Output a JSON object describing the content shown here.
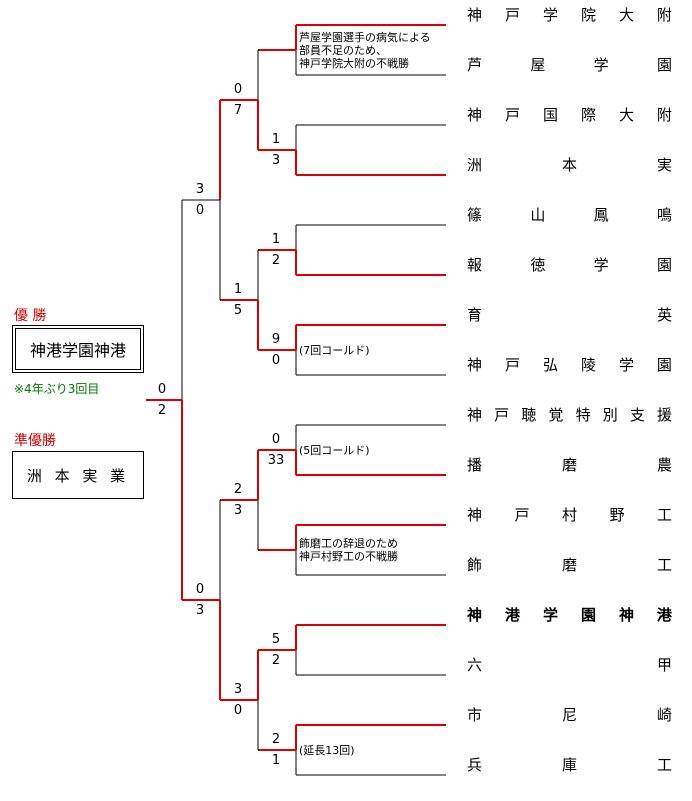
{
  "header": {
    "champion_label": "優 勝",
    "champion": "神港学園神港",
    "champion_note": "※4年ぶり3回目",
    "runner_up_label": "準優勝",
    "runner_up": "洲 本 実 業"
  },
  "teams": [
    {
      "name": "神 戸 学 院 大 附",
      "bold": false
    },
    {
      "name": "芦 屋 学 園",
      "bold": false
    },
    {
      "name": "神 戸 国 際 大 附",
      "bold": false
    },
    {
      "name": "洲 本 実",
      "bold": false
    },
    {
      "name": "篠 山 鳳 鳴",
      "bold": false
    },
    {
      "name": "報 徳 学 園",
      "bold": false
    },
    {
      "name": "育 英",
      "bold": false
    },
    {
      "name": "神 戸 弘 陵 学 園",
      "bold": false
    },
    {
      "name": "神 戸 聴 覚 特 別 支 援",
      "bold": false
    },
    {
      "name": "播 磨 農",
      "bold": false
    },
    {
      "name": "神 戸 村 野 工",
      "bold": false
    },
    {
      "name": "飾 磨 工",
      "bold": false
    },
    {
      "name": "神 港 学 園 神 港",
      "bold": true
    },
    {
      "name": "六 甲",
      "bold": false
    },
    {
      "name": "市 尼 崎",
      "bold": false
    },
    {
      "name": "兵 庫 工",
      "bold": false
    }
  ],
  "round1": [
    {
      "top": "",
      "bottom": "",
      "note": "芦屋学園選手の病気による\n部員不足のため、\n神戸学院大附の不戦勝"
    },
    {
      "top": "1",
      "bottom": "3",
      "note": ""
    },
    {
      "top": "1",
      "bottom": "2",
      "note": ""
    },
    {
      "top": "9",
      "bottom": "0",
      "note": "(7回コールド)"
    },
    {
      "top": "0",
      "bottom": "33",
      "note": "(5回コールド)"
    },
    {
      "top": "",
      "bottom": "",
      "note": "飾磨工の辞退のため\n神戸村野工の不戦勝"
    },
    {
      "top": "5",
      "bottom": "2",
      "note": ""
    },
    {
      "top": "2",
      "bottom": "1",
      "note": "(延長13回)"
    }
  ],
  "round2": [
    {
      "top": "0",
      "bottom": "7"
    },
    {
      "top": "1",
      "bottom": "5"
    },
    {
      "top": "2",
      "bottom": "3"
    },
    {
      "top": "3",
      "bottom": "0"
    }
  ],
  "semis": [
    {
      "top": "3",
      "bottom": "0"
    },
    {
      "top": "0",
      "bottom": "3"
    }
  ],
  "final": {
    "top": "0",
    "bottom": "2"
  },
  "colors": {
    "win": "#dd0000",
    "line": "#000000"
  }
}
